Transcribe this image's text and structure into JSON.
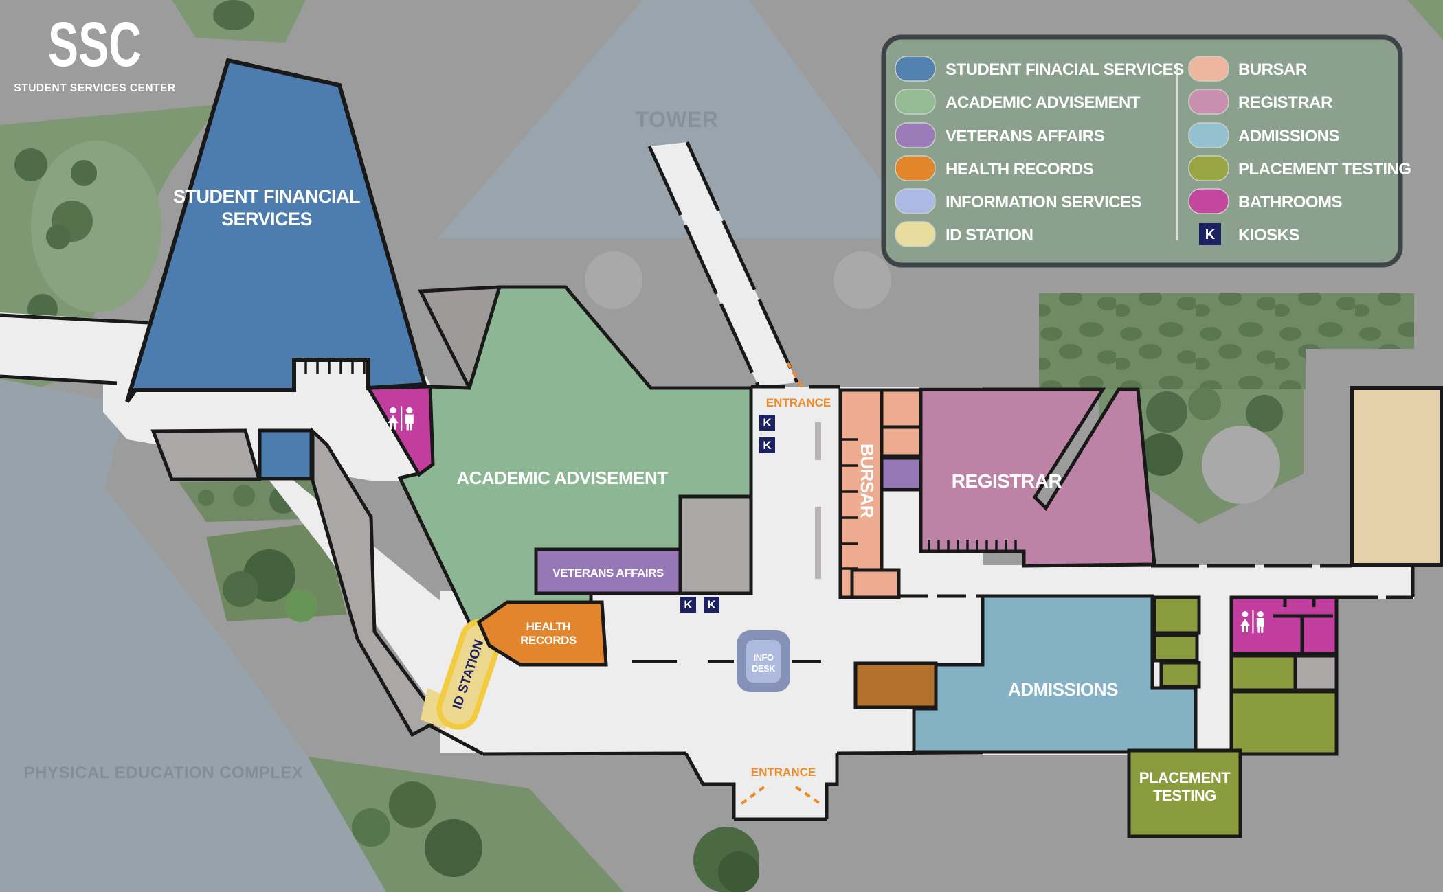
{
  "logo": {
    "text": "SSC",
    "subtitle": "STUDENT SERVICES CENTER"
  },
  "legend": {
    "items_left": [
      {
        "label": "STUDENT FINACIAL SERVICES",
        "color": "#5381b0"
      },
      {
        "label": "ACADEMIC ADVISEMENT",
        "color": "#94bb94"
      },
      {
        "label": "VETERANS AFFAIRS",
        "color": "#9c7cb8"
      },
      {
        "label": "HEALTH RECORDS",
        "color": "#e2862b"
      },
      {
        "label": "INFORMATION SERVICES",
        "color": "#abb9e4"
      },
      {
        "label": "ID STATION",
        "color": "#e8dc9e"
      }
    ],
    "items_right": [
      {
        "label": "BURSAR",
        "color": "#eeb69e"
      },
      {
        "label": "REGISTRAR",
        "color": "#c98fae"
      },
      {
        "label": "ADMISSIONS",
        "color": "#95c0d0"
      },
      {
        "label": "PLACEMENT TESTING",
        "color": "#9aa643"
      },
      {
        "label": "BATHROOMS",
        "color": "#c4479f"
      },
      {
        "label": "KIOSKS",
        "color": "#1b2161",
        "symbol": "K"
      }
    ]
  },
  "map": {
    "labels": {
      "tower": "TOWER",
      "pe_complex": "PHYSICAL EDUCATION COMPLEX",
      "entrance_north": "ENTRANCE",
      "entrance_south": "ENTRANCE",
      "kiosk": "K"
    },
    "rooms": {
      "sfs": {
        "line1": "STUDENT FINANCIAL",
        "line2": "SERVICES"
      },
      "academic": {
        "label": "ACADEMIC ADVISEMENT"
      },
      "veterans": {
        "label": "VETERANS AFFAIRS"
      },
      "health": {
        "line1": "HEALTH",
        "line2": "RECORDS"
      },
      "id_station": {
        "label": "ID STATION"
      },
      "bursar": {
        "label": "BURSAR"
      },
      "registrar": {
        "label": "REGISTRAR"
      },
      "admissions": {
        "label": "ADMISSIONS"
      },
      "placement": {
        "line1": "PLACEMENT",
        "line2": "TESTING"
      },
      "info_desk": {
        "line1": "INFO",
        "line2": "DESK"
      }
    },
    "colors": {
      "background": "#9c9c9c",
      "floor": "#ededed",
      "walls": "#191919",
      "sfs_blue": "#4c7dae",
      "academic_green": "#8db794",
      "veterans_purple": "#9778b7",
      "health_orange": "#e2852c",
      "id_yellow": "#ecd98f",
      "id_yellow_border": "#f2cb41",
      "bursar_salmon": "#edab90",
      "registrar_mauve": "#bd83a6",
      "admissions_blue": "#84b2c4",
      "placement_olive": "#8a9c3e",
      "bathroom_magenta": "#c13d9e",
      "kiosk_navy": "#1b2161",
      "info_desk_outer": "#8691b7",
      "info_desk_inner": "#aeb9de",
      "tan_room": "#e4d0aa",
      "brown_room": "#b4712c",
      "gray_room": "#aca7a7",
      "tower_gray": "#9aa4ad",
      "legend_bg": "#8ba18e",
      "entrance_orange": "#f08a28",
      "landscape_green": "#7d9873",
      "tree_dark": "#4e6c47"
    }
  }
}
